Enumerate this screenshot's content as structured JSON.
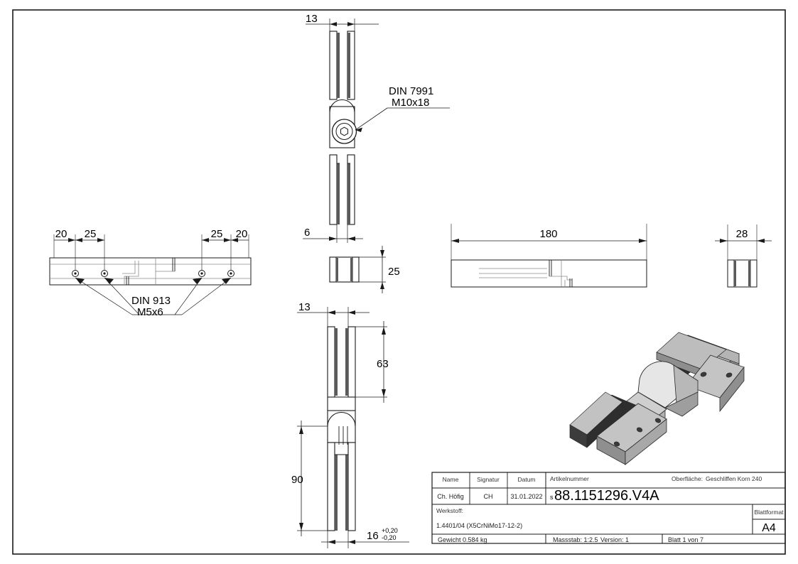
{
  "document": {
    "type": "technical-drawing",
    "sheet_format": "A4",
    "orientation": "landscape"
  },
  "annotations": {
    "din7991_line1": "DIN 7991",
    "din7991_line2": "M10x18",
    "din913_line1": "DIN 913",
    "din913_line2": "M5x6"
  },
  "dimensions": {
    "top_view_width": "13",
    "top_view_thickness": "6",
    "side_view_height": "25",
    "front_view_width": "13",
    "slot_length": "63",
    "overall_lower": "90",
    "base_width": "16",
    "base_tol_plus": "+0,20",
    "base_tol_minus": "-0,20",
    "length_overall": "180",
    "end_width": "28",
    "hole_a_left": "20",
    "hole_b_left": "25",
    "hole_b_right": "25",
    "hole_a_right": "20"
  },
  "title_block": {
    "col_headers": [
      "Name",
      "Signatur",
      "Datum"
    ],
    "col_values": [
      "Ch. Höfig",
      "CH",
      "31.01.2022"
    ],
    "article_label": "Artikelnummer",
    "article_prefix": "s",
    "article_number": "88.1151296.V4A",
    "surface_label": "Oberfläche:",
    "surface_value": "Geschliffen Korn 240",
    "material_label": "Werkstoff:",
    "material_value": "1.4401/04 (X5CrNiMo17-12-2)",
    "sheetformat_label": "Blattformat",
    "sheetformat_value": "A4",
    "weight": "Gewicht 0.584 kg",
    "scale": "Massstab: 1:2.5",
    "version": "Version: 1",
    "sheet": "Blatt 1 von 7"
  },
  "colors": {
    "line": "#1a1a1a",
    "thin": "#555555",
    "shade_dark": "#3c3c3c",
    "shade_mid": "#9a9a9a",
    "shade_light": "#d8d8d8",
    "shade_face": "#efefef"
  }
}
